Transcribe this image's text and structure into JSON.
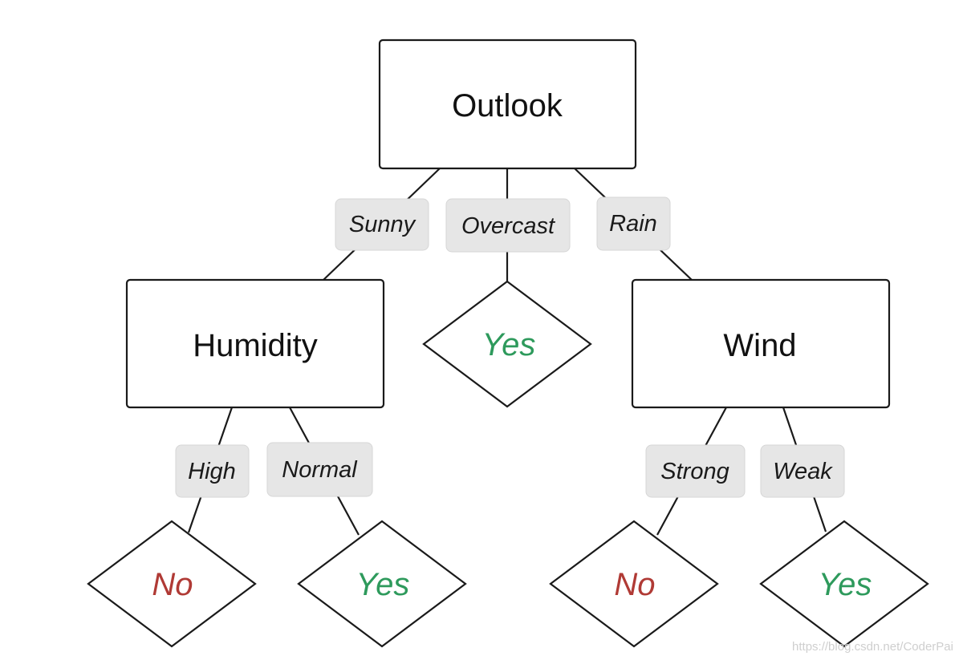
{
  "colors": {
    "yes": "#2e9a5c",
    "no": "#b03a35"
  },
  "root": {
    "label": "Outlook"
  },
  "branches": {
    "sunny": "Sunny",
    "overcast": "Overcast",
    "rain": "Rain",
    "high": "High",
    "normal": "Normal",
    "strong": "Strong",
    "weak": "Weak"
  },
  "nodes": {
    "humidity": "Humidity",
    "wind": "Wind"
  },
  "leaves": {
    "overcast_yes": "Yes",
    "high_no": "No",
    "normal_yes": "Yes",
    "strong_no": "No",
    "weak_yes": "Yes"
  },
  "watermark": "https://blog.csdn.net/CoderPai"
}
